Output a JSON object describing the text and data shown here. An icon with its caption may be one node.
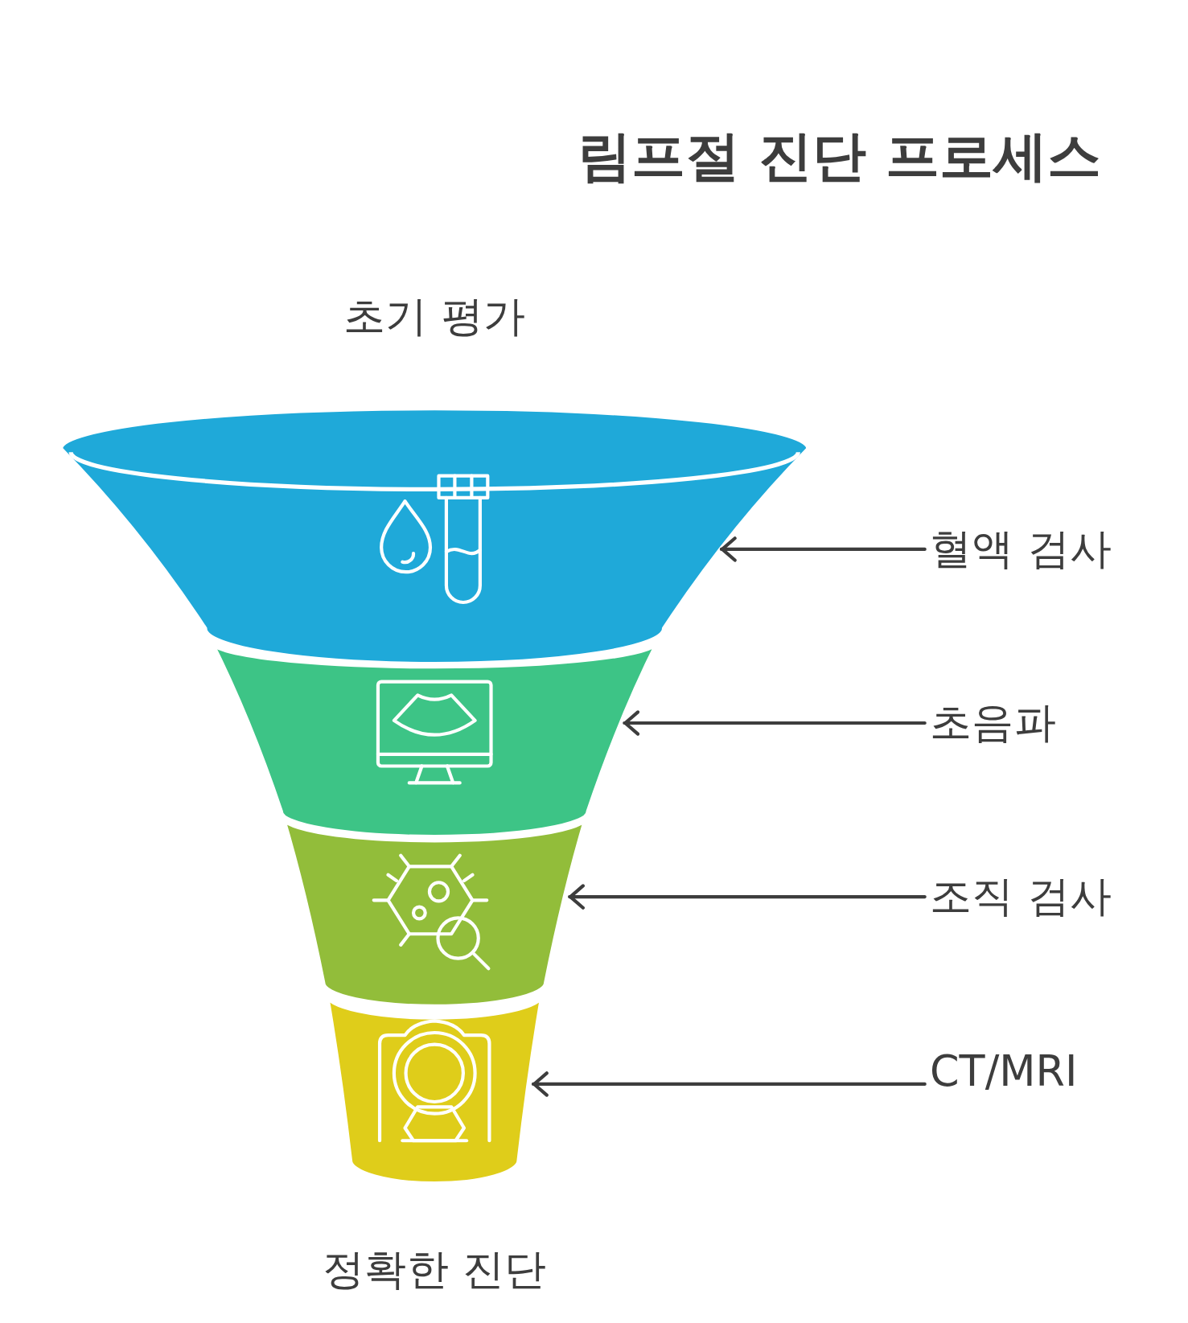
{
  "diagram": {
    "title": "림프절 진단 프로세스",
    "nodes": [
      {
        "text": [],
        "shape": "band"
      },
      {
        "text": [],
        "shape": "band"
      },
      {
        "text": [],
        "shape": "band"
      },
      {
        "text": [],
        "shape": "band"
      },
      {
        "text": [
          "혈액 검사"
        ]
      },
      {
        "text": [
          "초음파"
        ]
      },
      {
        "text": [
          "조직 검사"
        ]
      },
      {
        "text": [
          "CT/MRI"
        ]
      }
    ],
    "edges": [
      {
        "from": 4,
        "to": 0,
        "arrow": "to"
      },
      {
        "from": 5,
        "to": 1,
        "arrow": "to"
      },
      {
        "from": 6,
        "to": 2,
        "arrow": "to"
      },
      {
        "from": 7,
        "to": 3,
        "arrow": "to"
      }
    ],
    "labels": [
      "초기 평가",
      "정확한 진단"
    ]
  }
}
